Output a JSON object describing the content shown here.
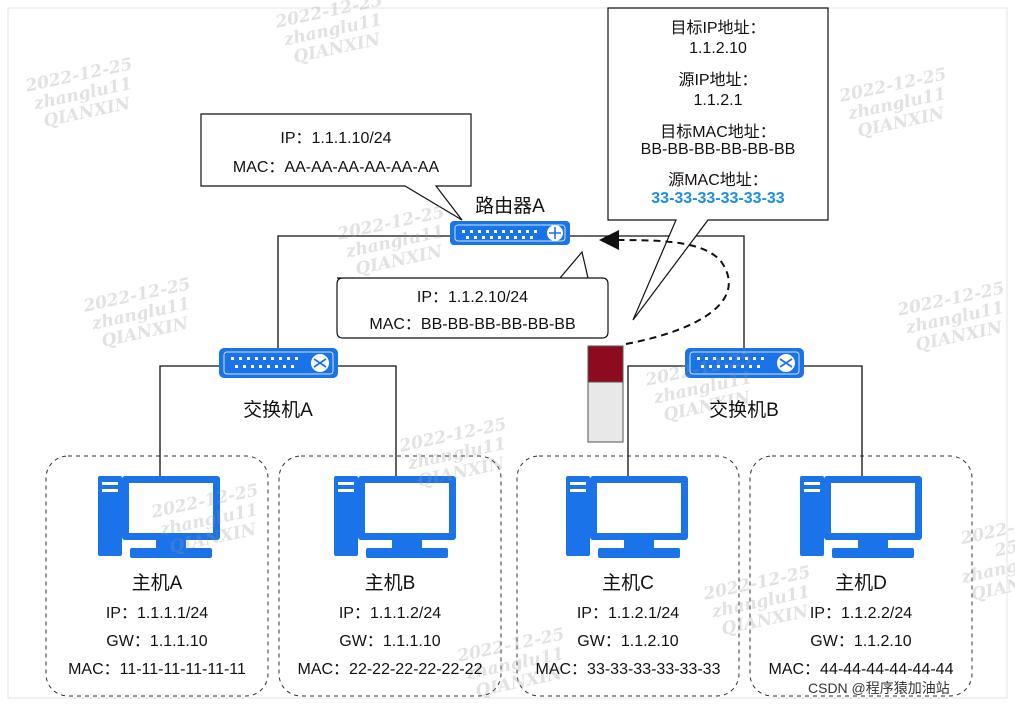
{
  "diagram": {
    "router": {
      "label": "路由器A"
    },
    "switches": [
      {
        "label": "交换机A"
      },
      {
        "label": "交换机B"
      }
    ],
    "callouts": {
      "router_left": {
        "ip": "IP：1.1.1.10/24",
        "mac": "MAC：AA-AA-AA-AA-AA-AA"
      },
      "router_right": {
        "ip": "IP：1.1.2.10/24",
        "mac": "MAC：BB-BB-BB-BB-BB-BB"
      },
      "packet": {
        "line1": "目标IP地址：",
        "line2": "1.1.2.10",
        "line3": "源IP地址：",
        "line4": "1.1.2.1",
        "line5": "目标MAC地址：",
        "line6": "BB-BB-BB-BB-BB-BB",
        "line7": "源MAC地址：",
        "line8": "33-33-33-33-33-33"
      }
    },
    "hosts": [
      {
        "name": "主机A",
        "ip": "IP：1.1.1.1/24",
        "gw": "GW：1.1.1.10",
        "mac": "MAC：11-11-11-11-11-11"
      },
      {
        "name": "主机B",
        "ip": "IP：1.1.1.2/24",
        "gw": "GW：1.1.1.10",
        "mac": "MAC：22-22-22-22-22-22"
      },
      {
        "name": "主机C",
        "ip": "IP：1.1.2.1/24",
        "gw": "GW：1.1.2.10",
        "mac": "MAC：33-33-33-33-33-33"
      },
      {
        "name": "主机D",
        "ip": "IP：1.1.2.2/24",
        "gw": "GW：1.1.2.10",
        "mac": "MAC：44-44-44-44-44-44"
      }
    ],
    "watermark": {
      "date": "2022-12-25",
      "user": "zhanglu11",
      "org": "QIANXIN"
    },
    "footer": "CSDN @程序猿加油站"
  },
  "colors": {
    "device_blue": "#1a73e8",
    "device_light": "#d6e9ff",
    "highlight_blue": "#1a8fe0",
    "packet_red": "#8e0a1e",
    "packet_gray": "#e8e8e8"
  }
}
